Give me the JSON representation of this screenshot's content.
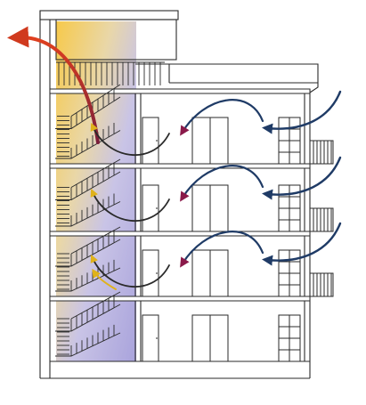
{
  "diagram": {
    "floors": 4,
    "doors_per_floor": 3,
    "colors": {
      "background": "#ffffff",
      "line": "#2a2a2a",
      "stair_shaft_top": "#f7c94a",
      "stair_shaft_mid": "#c9c4e6",
      "stair_shaft_bottom": "#a9a3dc",
      "exhaust_arrow": "#d03a1e",
      "inlet_arrow": "#1f3b66",
      "transfer_arrow": "#8a1a4a",
      "stair_arrow": "#e0b21a"
    },
    "arrows": {
      "exhaust": "red-outflow-arrow",
      "inlet": "dark-blue-inflow-arrow",
      "internal": "magenta-transfer-arrow",
      "stair": "yellow-stair-arrow"
    }
  }
}
